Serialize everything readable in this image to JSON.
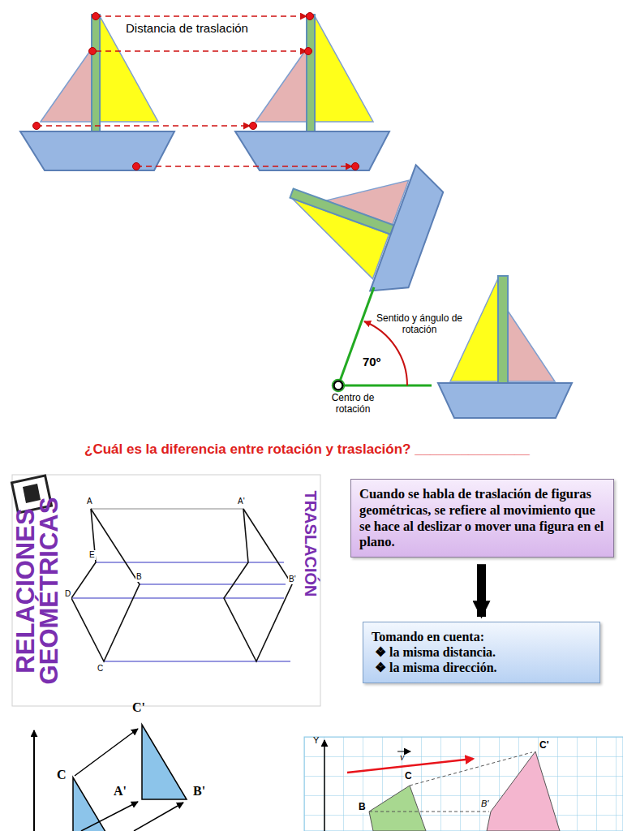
{
  "diagram": {
    "nodes": [
      {
        "text": [
          "Cuando se habla de traslación de figuras geométricas, se refiere al movimiento que se hace al deslizar o mover una figura en el plano."
        ]
      },
      {
        "text": [
          "Tomando en cuenta:",
          "❖ la misma distancia.",
          "❖ la misma dirección."
        ]
      }
    ],
    "edges": [
      {
        "from": 0,
        "to": 1,
        "arrow": "to"
      }
    ],
    "labels": [
      "Distancia de traslación",
      "Sentido y ángulo de rotación",
      "70º",
      "Centro de rotación",
      "¿Cuál es la diferencia entre rotación y traslación? _______________",
      "RELACIONES GEOMÉTRICAS",
      "TRASLACIÓN",
      "A",
      "E",
      "B",
      "D",
      "C",
      "A'",
      "B'",
      "C'",
      "C",
      "A'",
      "B'",
      "Y",
      "v",
      "C",
      "B",
      "C'",
      "B'"
    ]
  }
}
